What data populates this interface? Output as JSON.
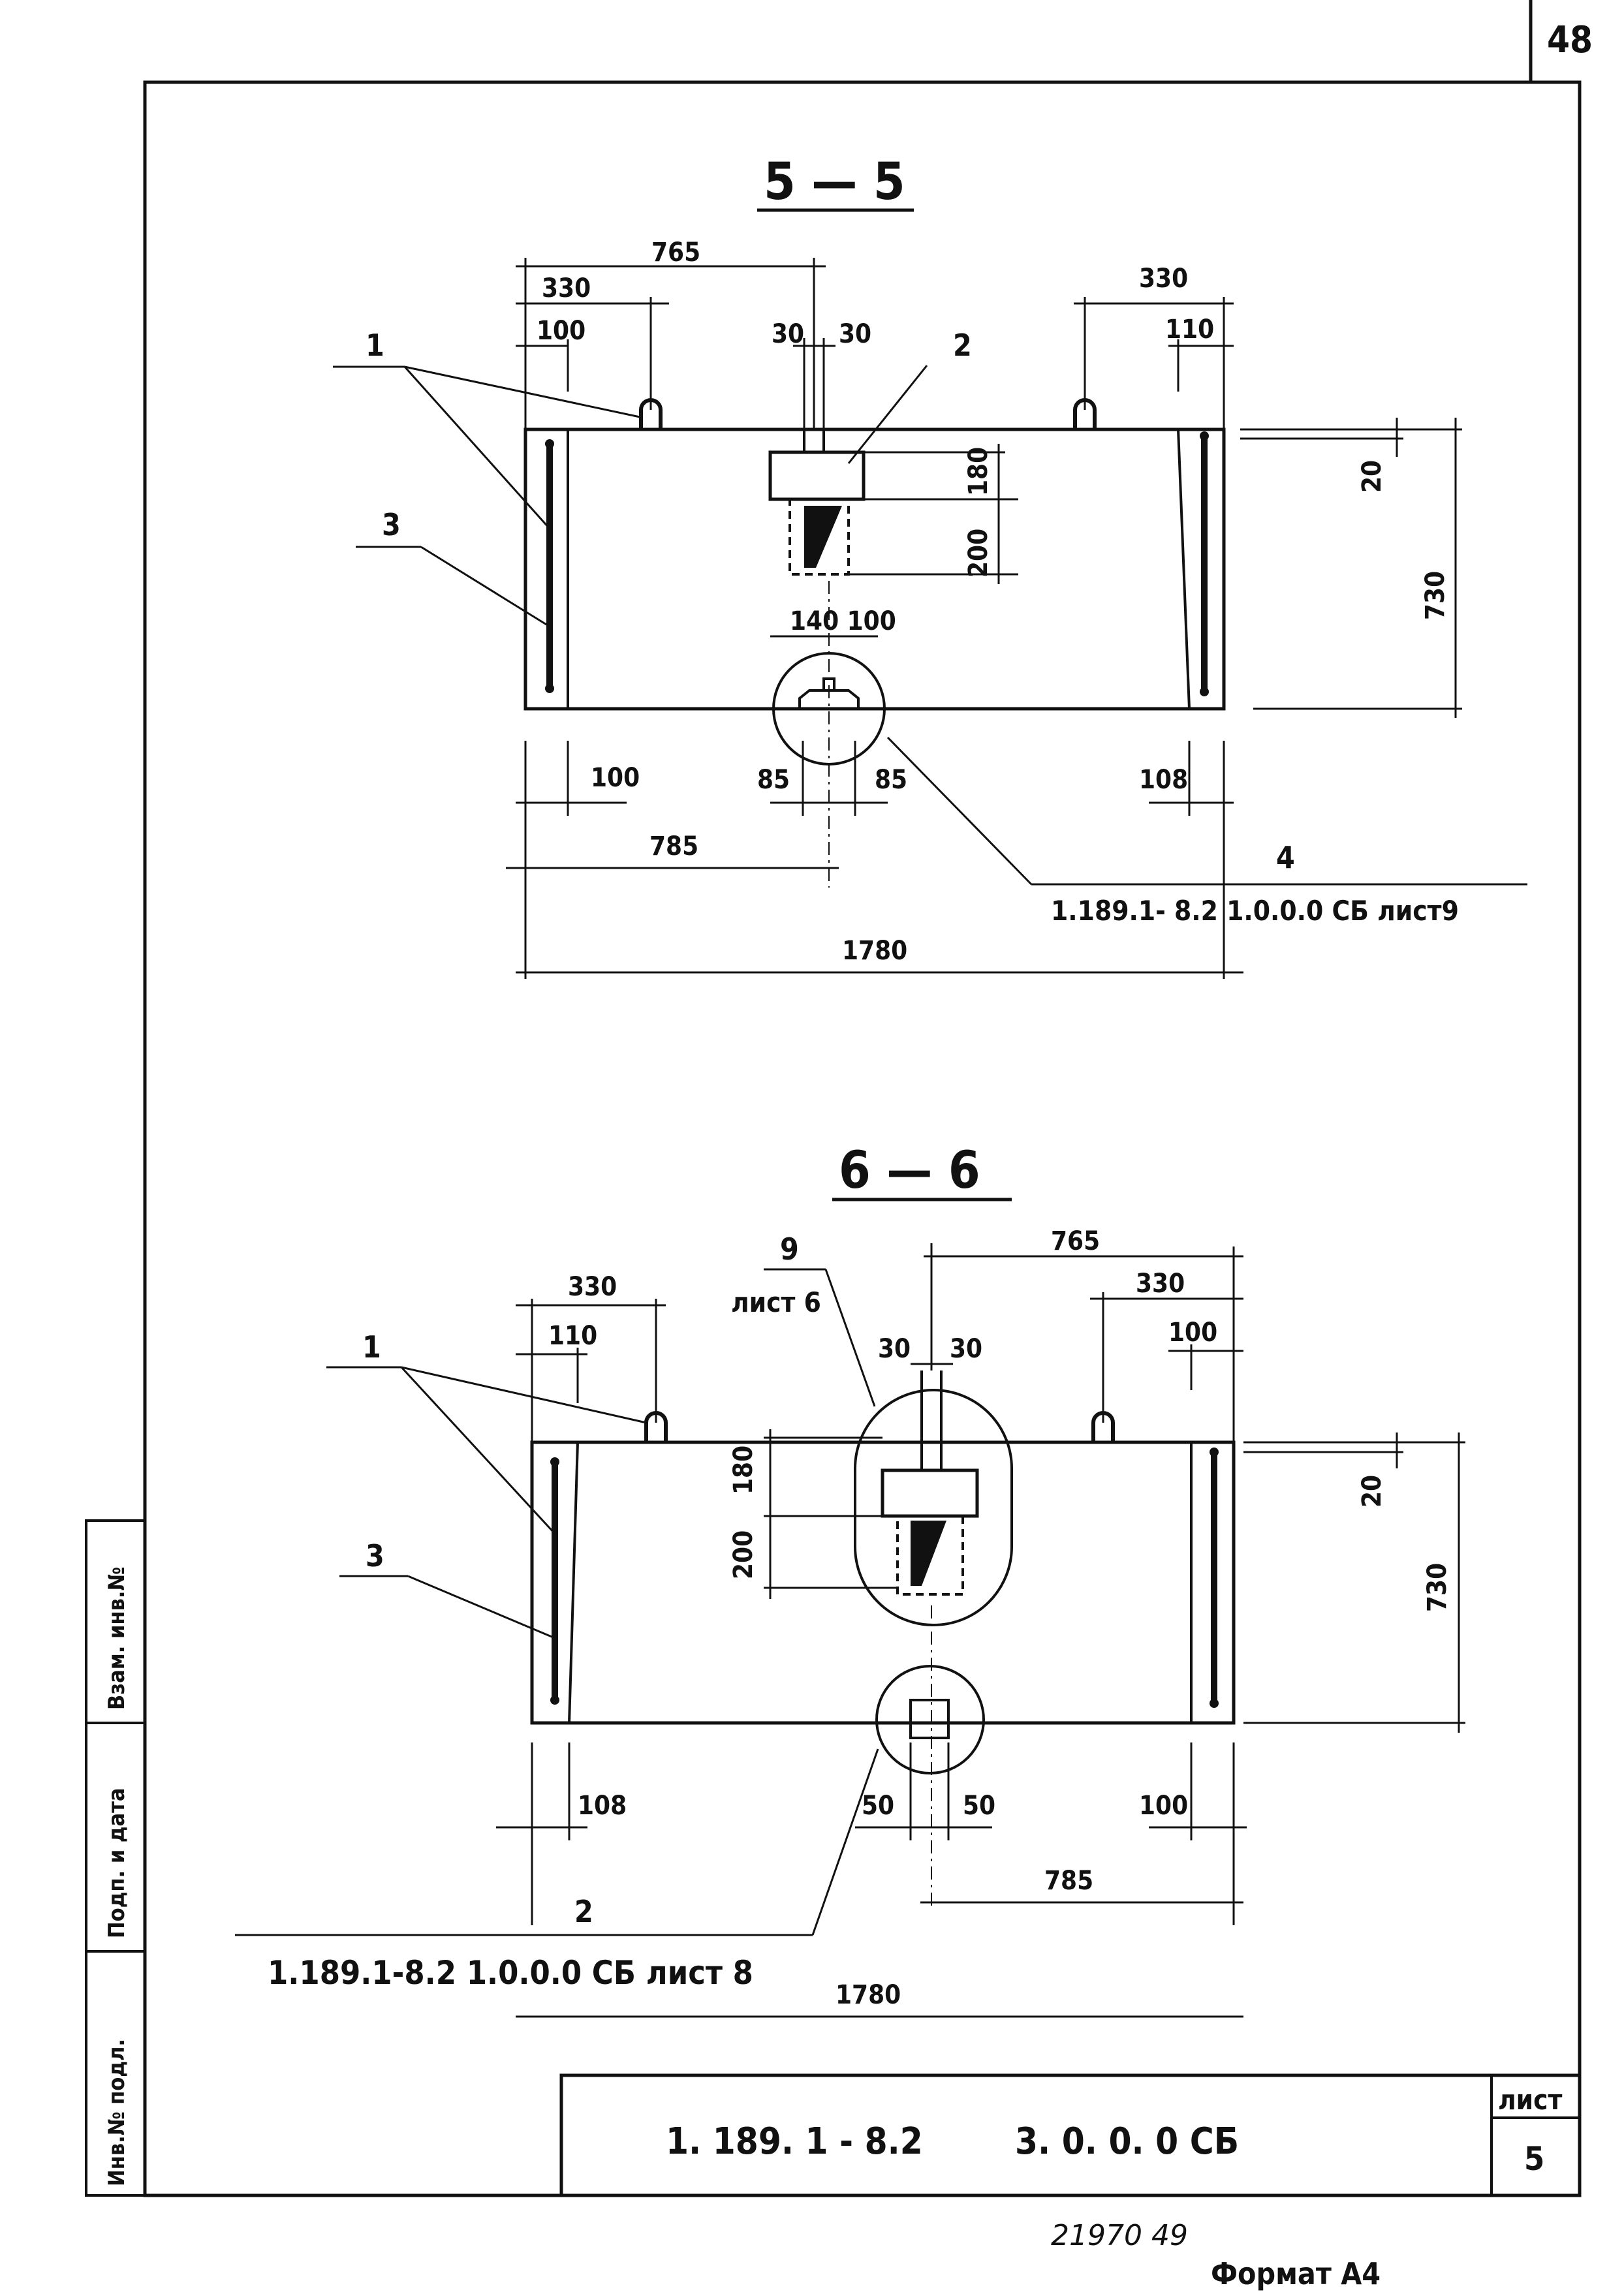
{
  "page_number": "48",
  "section_5": {
    "title": "5 — 5",
    "dims": {
      "top_765": "765",
      "top_330_left": "330",
      "top_100_left": "100",
      "top_30_a": "30",
      "top_30_b": "30",
      "top_330_right": "330",
      "top_110_right": "110",
      "right_20": "20",
      "right_730": "730",
      "mid_180": "180",
      "mid_200": "200",
      "mid_140_100": "140 100",
      "bot_100": "100",
      "bot_85_a": "85",
      "bot_85_b": "85",
      "bot_108": "108",
      "bot_785": "785",
      "bot_1780": "1780"
    },
    "callouts": {
      "c1": "1",
      "c2": "2",
      "c3": "3",
      "c4": "4"
    },
    "reference": "1.189.1- 8.2  1.0.0.0 СБ лист9"
  },
  "section_6": {
    "title": "6 — 6",
    "dims": {
      "top_765": "765",
      "top_330_left": "330",
      "top_110_left": "110",
      "top_30_a": "30",
      "top_30_b": "30",
      "top_330_right": "330",
      "top_100_right": "100",
      "right_20": "20",
      "right_730": "730",
      "mid_180": "180",
      "mid_200": "200",
      "bot_108": "108",
      "bot_50_a": "50",
      "bot_50_b": "50",
      "bot_100": "100",
      "bot_785": "785",
      "bot_1780": "1780"
    },
    "callouts": {
      "c1": "1",
      "c2": "2",
      "c3": "3",
      "c9": "9",
      "c9_sheet": "лист 6"
    },
    "reference": "1.189.1-8.2  1.0.0.0 СБ лист 8"
  },
  "side_stamp": {
    "inv_podl": "Инв.№ подл.",
    "podp_data": "Подп. и дата",
    "vzam_inv": "Взам. инв.№"
  },
  "title_block": {
    "document_code": "1. 189. 1 - 8.2",
    "drawing_code": "3. 0. 0. 0 СБ",
    "sheet_label": "лист",
    "sheet_number": "5"
  },
  "footer": {
    "handwritten": "21970  49",
    "format": "Формат А4"
  }
}
